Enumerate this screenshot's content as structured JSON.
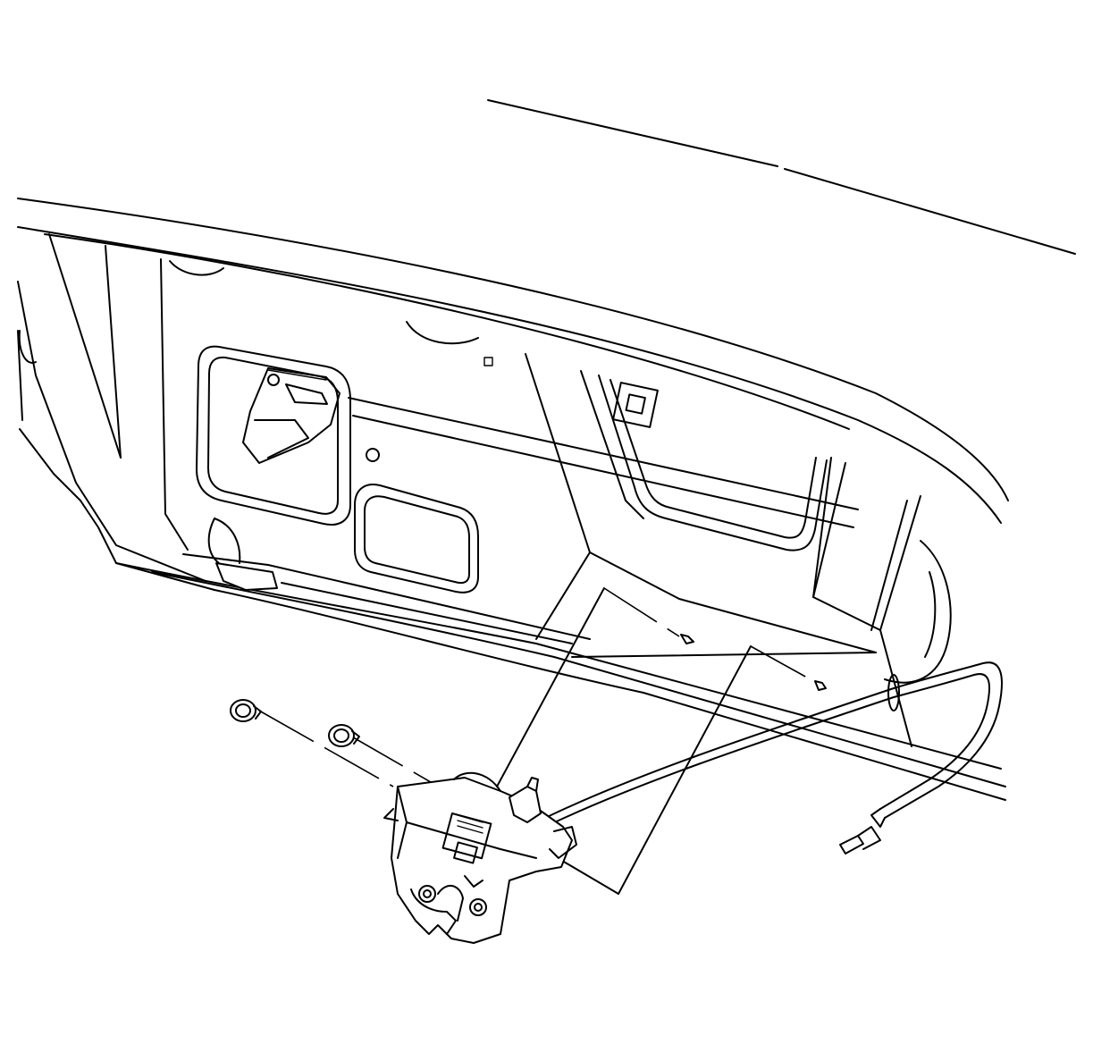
{
  "diagram": {
    "type": "exploded-view line drawing",
    "parts": [
      {
        "id": "deck-lid",
        "icon": "deck-lid-inner-panel-icon"
      },
      {
        "id": "latch",
        "icon": "latch-assembly-icon"
      },
      {
        "id": "bolt-left",
        "icon": "bolt-icon"
      },
      {
        "id": "bolt-right",
        "icon": "bolt-icon"
      },
      {
        "id": "release-cable",
        "icon": "release-cable-icon"
      },
      {
        "id": "electrical-connector",
        "icon": "connector-icon"
      }
    ],
    "colors": {
      "stroke": "#000000",
      "background": "#ffffff"
    }
  }
}
